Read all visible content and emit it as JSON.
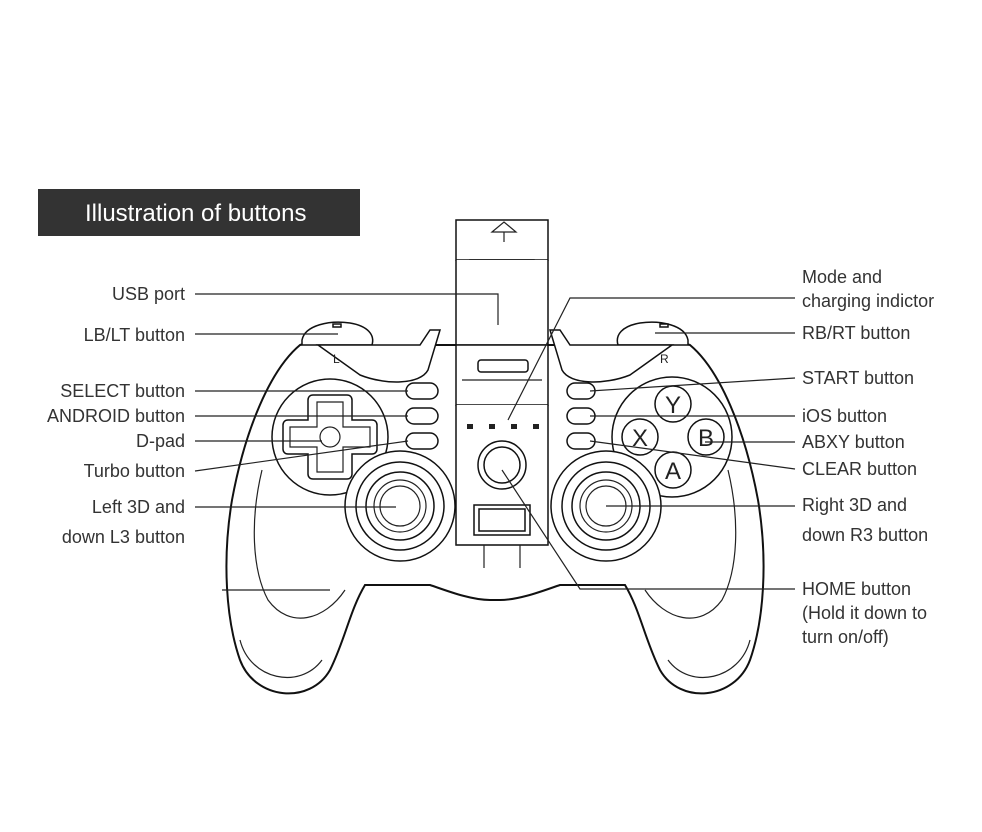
{
  "title": "Illustration of buttons",
  "left_labels": {
    "usb": "USB port",
    "lb": "LB/LT button",
    "select": "SELECT button",
    "android": "ANDROID button",
    "dpad": "D-pad",
    "turbo": "Turbo button",
    "left3d_1": "Left 3D and",
    "left3d_2": "down L3 button"
  },
  "right_labels": {
    "mode_1": "Mode and",
    "mode_2": "charging indictor",
    "rb": "RB/RT button",
    "start": "START button",
    "ios": "iOS button",
    "abxy": "ABXY button",
    "clear": "CLEAR button",
    "right3d_1": "Right 3D and",
    "right3d_2": "down R3 button",
    "home_1": "HOME button",
    "home_2": "(Hold it down to",
    "home_3": "turn on/off)"
  },
  "face_buttons": {
    "y": "Y",
    "x": "X",
    "b": "B",
    "a": "A"
  },
  "shoulder_marks": {
    "left": "L",
    "right": "R"
  }
}
